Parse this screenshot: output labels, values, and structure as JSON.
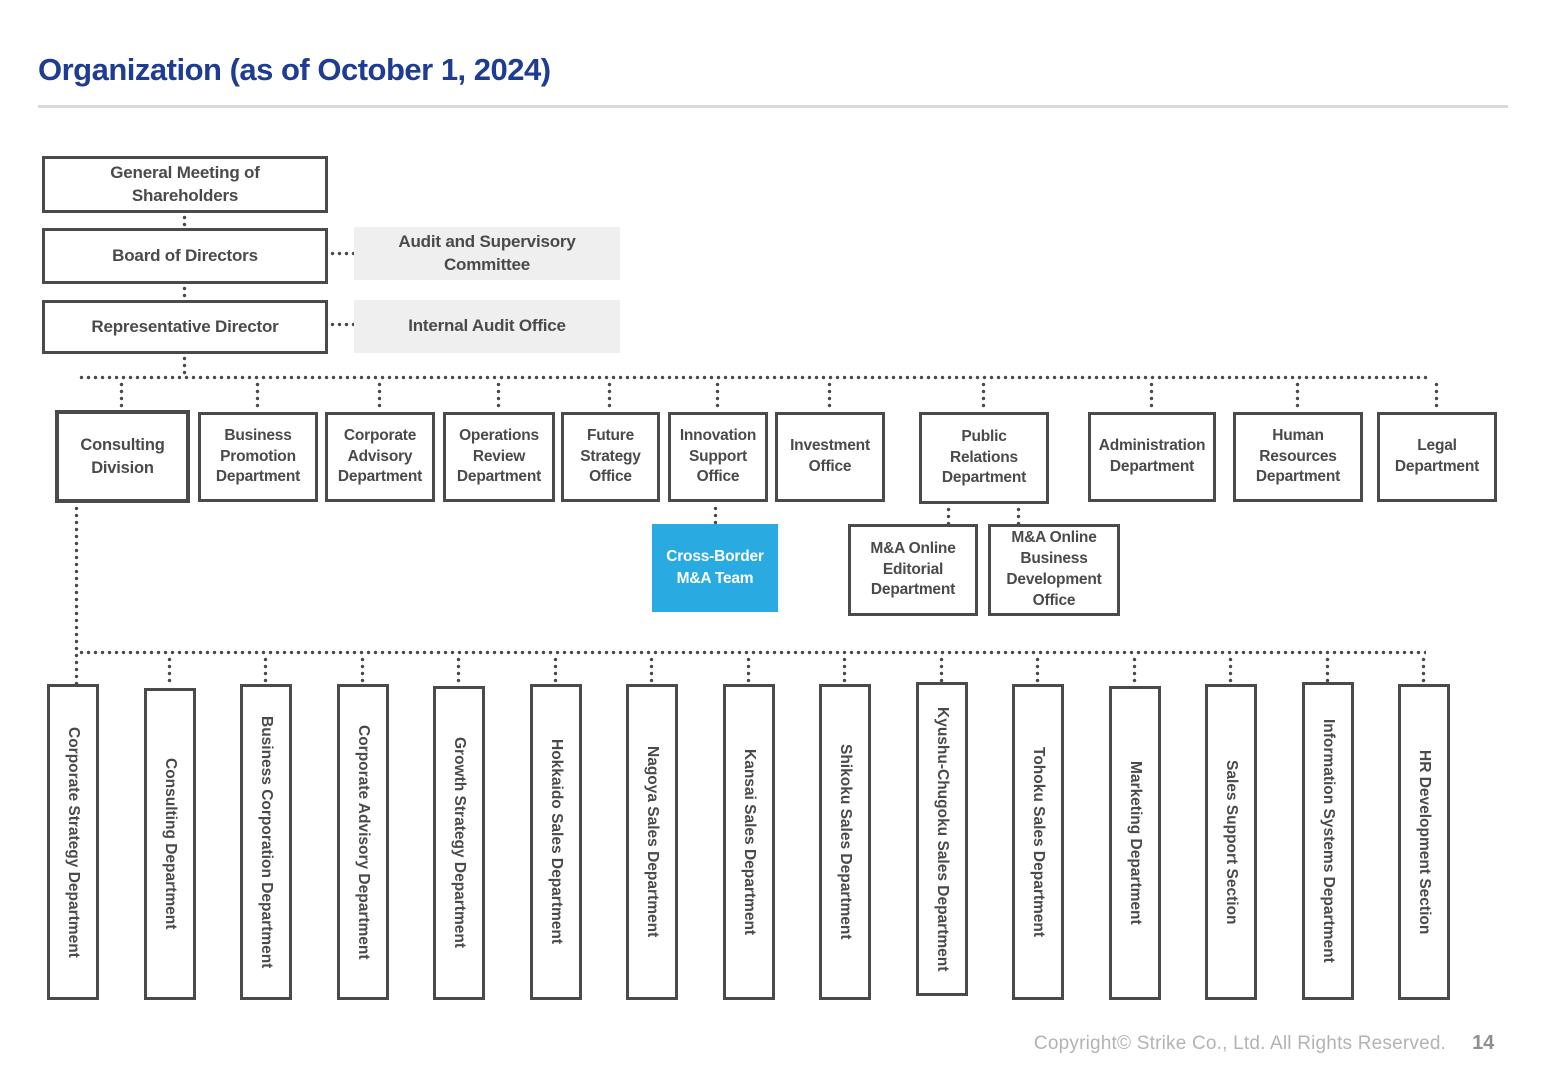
{
  "title": "Organization (as of October 1, 2024)",
  "governance": {
    "shareholders": "General Meeting of Shareholders",
    "board": "Board of Directors",
    "representative": "Representative Director",
    "audit_committee": "Audit and Supervisory Committee",
    "internal_audit": "Internal Audit Office"
  },
  "departments": [
    {
      "label": "Consulting Division"
    },
    {
      "label": "Business Promotion Department"
    },
    {
      "label": "Corporate Advisory Department"
    },
    {
      "label": "Operations Review Department"
    },
    {
      "label": "Future Strategy Office"
    },
    {
      "label": "Innovation Support Office"
    },
    {
      "label": "Investment Office"
    },
    {
      "label": "Public Relations Department"
    },
    {
      "label": "Administration Department"
    },
    {
      "label": "Human Resources Department"
    },
    {
      "label": "Legal Department"
    }
  ],
  "sub_units": [
    {
      "label": "Cross-Border M&A Team",
      "highlight": true
    },
    {
      "label": "M&A Online Editorial Department",
      "highlight": false
    },
    {
      "label": "M&A Online Business Development Office",
      "highlight": false
    }
  ],
  "field_units": [
    "Corporate Strategy Department",
    "Consulting Department",
    "Business Corporation Department",
    "Corporate Advisory Department",
    "Growth Strategy Department",
    "Hokkaido Sales Department",
    "Nagoya Sales Department",
    "Kansai Sales Department",
    "Shikoku Sales Department",
    "Kyushu-Chugoku Sales Department",
    "Tohoku Sales Department",
    "Marketing Department",
    "Sales Support Section",
    "Information Systems Department",
    "HR Development Section"
  ],
  "footer": {
    "copyright": "Copyright© Strike Co., Ltd. All Rights Reserved.",
    "page_number": "14"
  },
  "colors": {
    "title": "#1e3c91",
    "box_border": "#4a4a4a",
    "box_text": "#4a4a4a",
    "gray_box_bg": "#efefef",
    "highlight_bg": "#29abe2",
    "highlight_text": "#ffffff",
    "footer_text": "#b3b3b3",
    "page_number_text": "#8f8f8f"
  }
}
